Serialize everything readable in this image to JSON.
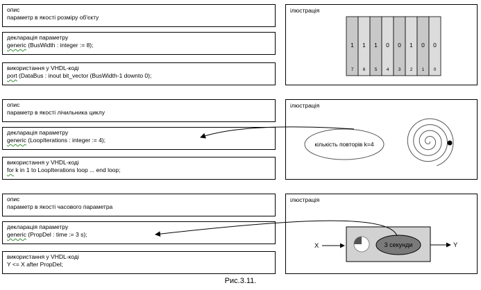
{
  "caption": "Рис.3.11.",
  "rows": [
    {
      "desc_title": "опис",
      "desc_text": "параметр в якості розміру об'єкту",
      "decl_title": "декларація параметру",
      "decl_kw": "generic",
      "decl_rest": " (BusWidth : integer := 8);",
      "use_title": "використання у VHDL-коді",
      "use_kw": "port",
      "use_rest": " (DataBus : inout bit_vector (BusWidth-1 downto 0);",
      "illus_label": "ілюстрація",
      "bus_bits": [
        {
          "value": "1",
          "index": "7"
        },
        {
          "value": "1",
          "index": "6"
        },
        {
          "value": "1",
          "index": "5"
        },
        {
          "value": "0",
          "index": "4"
        },
        {
          "value": "0",
          "index": "3"
        },
        {
          "value": "1",
          "index": "2"
        },
        {
          "value": "0",
          "index": "1"
        },
        {
          "value": "0",
          "index": "0"
        }
      ]
    },
    {
      "desc_title": "опис",
      "desc_text": "параметр в якості лічильника циклу",
      "decl_title": "декларація параметру",
      "decl_kw": "generic",
      "decl_rest": " (LoopIterations : integer := 4);",
      "use_title": "використання у VHDL-коді",
      "use_kw": "for",
      "use_rest": " k in  1 to LoopIterations loop ... end loop;",
      "illus_label": "ілюстрація",
      "ellipse_text": "кількість  повторів k=4"
    },
    {
      "desc_title": "опис",
      "desc_text": "параметр в якості часового параметра",
      "decl_title": "декларація параметру",
      "decl_kw": "generic",
      "decl_rest": " (PropDel : time := 3  s);",
      "use_title": "використання у VHDL-коді",
      "use_kw": "",
      "use_rest": "Y <= X after PropDel;",
      "illus_label": "ілюстрація",
      "delay_text": "3 секунди",
      "input_label": "X",
      "output_label": "Y"
    }
  ]
}
